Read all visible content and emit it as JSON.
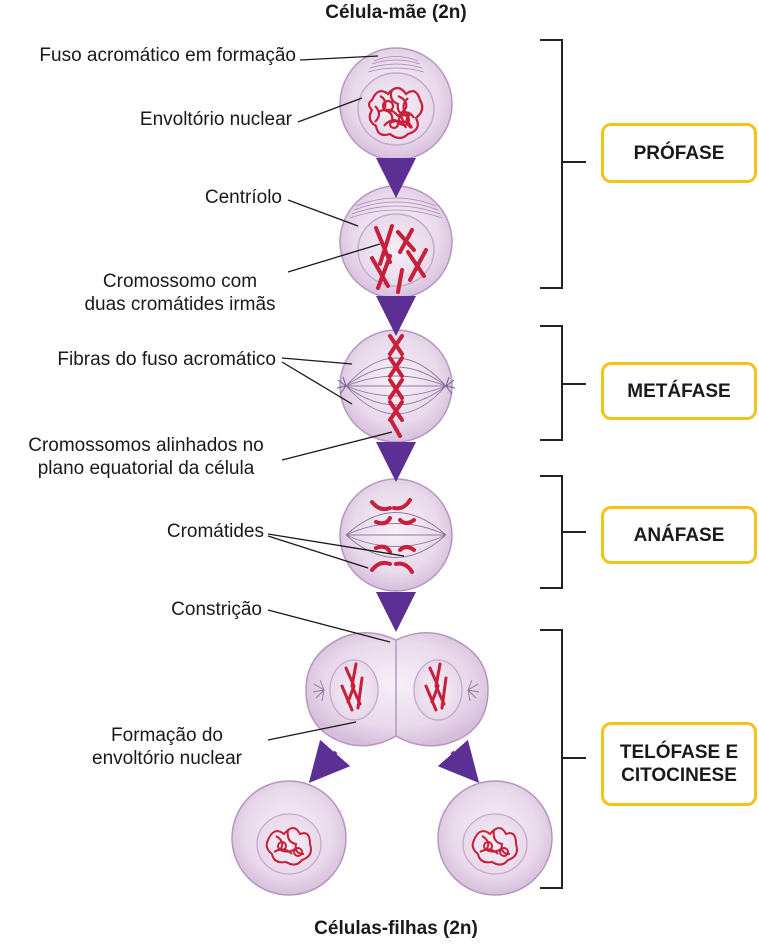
{
  "titles": {
    "top": "Célula-mãe (2n)",
    "bottom": "Células-filhas (2n)"
  },
  "labels": {
    "fuso_formacao": "Fuso acromático em formação",
    "envoltorio": "Envoltório nuclear",
    "centriolo": "Centríolo",
    "cromossomo_1": "Cromossomo com",
    "cromossomo_2": "duas cromátides irmãs",
    "fibras": "Fibras do fuso acromático",
    "alinhados_1": "Cromossomos alinhados no",
    "alinhados_2": "plano equatorial da célula",
    "cromatides": "Cromátides",
    "constricao": "Constrição",
    "formacao_1": "Formação do",
    "formacao_2": "envoltório nuclear"
  },
  "phases": {
    "profase": "PRÓFASE",
    "metafase": "METÁFASE",
    "anafase": "ANÁFASE",
    "telofase_1": "TELÓFASE E",
    "telofase_2": "CITOCINESE"
  },
  "colors": {
    "cell_fill": "#e4cfe6",
    "cell_inner": "#f3e9f4",
    "cell_edge": "#b796c0",
    "chromosome": "#c8203a",
    "arrow": "#5b2f93",
    "phase_border": "#f2c417",
    "bracket": "#222222"
  }
}
